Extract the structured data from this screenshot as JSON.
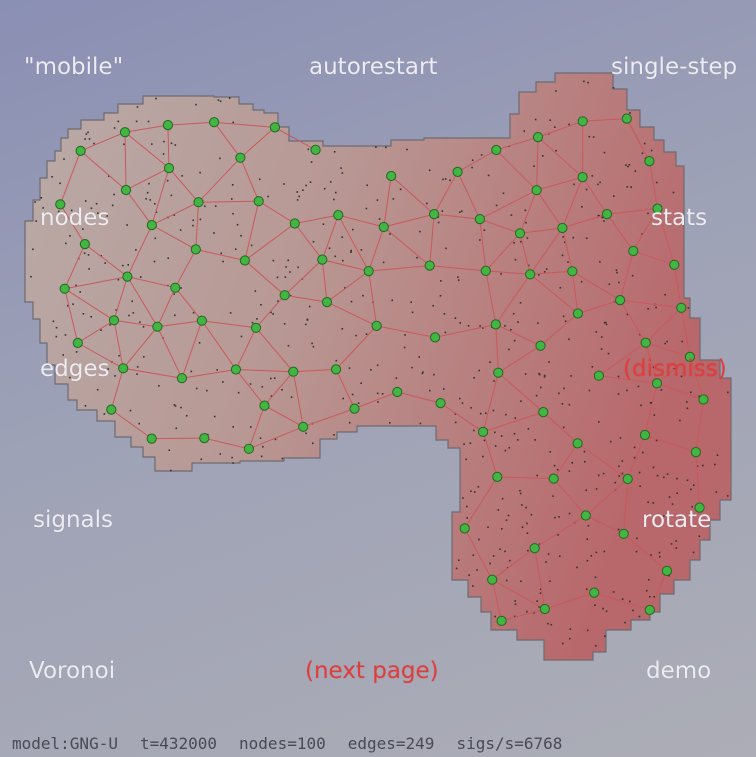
{
  "controls": {
    "mobile": "\"mobile\"",
    "autorestart": "autorestart",
    "single_step": "single-step",
    "nodes": "nodes",
    "stats": "stats",
    "edges": "edges",
    "dismiss": "(dismiss)",
    "signals": "signals",
    "rotate": "rotate",
    "voronoi": "Voronoi",
    "next_page": "(next page)",
    "demo": "demo"
  },
  "status": {
    "model": "model:GNG-U",
    "t": "t=432000",
    "nodes": "nodes=100",
    "edges": "edges=249",
    "sigs": "sigs/s=6768"
  },
  "colors": {
    "background": "#9ea2b6",
    "region_left": "#b9a9a6",
    "region_right": "#b9706f",
    "edge": "#c9585c",
    "node_fill": "#43b543",
    "node_stroke": "#226622",
    "signal": "#333333",
    "control_text": "#ececf2",
    "accent_text": "#e43b3b"
  },
  "icons": [
    "node-dot",
    "signal-dot"
  ]
}
